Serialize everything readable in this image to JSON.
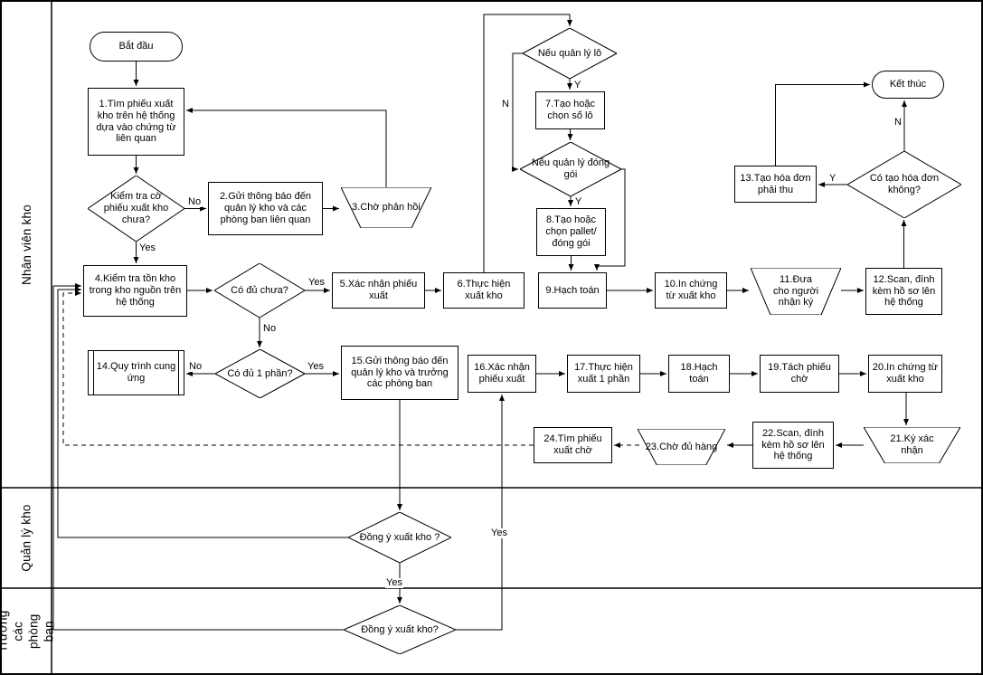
{
  "diagram": {
    "lanes": {
      "lane1": "Nhân viên kho",
      "lane2": "Quản lý kho",
      "lane3": "Trưởng các phòng ban"
    },
    "nodes": {
      "start": "Bắt đầu",
      "n1": "1.Tìm phiếu xuất kho trên hệ thống dựa vào chứng từ liên quan",
      "d_check_flag": "Kiểm tra cờ phiếu xuất kho chưa?",
      "n2": "2.Gửi thông báo đến quản lý kho và các phòng ban liên quan",
      "n3": "3.Chờ phản hồi",
      "n4": "4.Kiểm tra tồn kho trong kho nguồn trên hệ thống",
      "d_enough": "Có đủ chưa?",
      "n5": "5.Xác nhận phiếu xuất",
      "n6": "6.Thực hiện xuất kho",
      "d_lot": "Nếu quản lý lô",
      "n7": "7.Tạo hoặc chọn số lô",
      "d_pack": "Nếu quản lý đóng gói",
      "n8": "8.Tạo hoặc chọn pallet/ đóng gói",
      "n9": "9.Hạch toán",
      "n10": "10.In chứng từ xuất kho",
      "n11": "11.Đưa cho người nhận ký",
      "n12": "12.Scan, đính kèm hồ sơ lên hệ thống",
      "n13": "13.Tạo hóa đơn phải thu",
      "d_invoice": "Có tạo hóa đơn không?",
      "end": "Kết thúc",
      "n14": "14.Quy trình cung ứng",
      "d_partial": "Có đủ 1 phần?",
      "n15": "15.Gửi thông báo đến quản lý kho và trưởng các phòng ban",
      "n16": "16.Xác nhận phiếu xuất",
      "n17": "17.Thực hiện xuất 1 phần",
      "n18": "18.Hạch toán",
      "n19": "19.Tách phiếu chờ",
      "n20": "20.In chứng từ xuất kho",
      "n21": "21.Ký xác nhận",
      "n22": "22.Scan, đính kèm hồ sơ lên hệ thống",
      "n23": "23.Chờ đủ hàng",
      "n24": "24.Tìm phiếu xuất chờ",
      "d_approve_mgr": "Đồng ý xuất kho ?",
      "d_approve_dept": "Đồng ý xuất kho?"
    },
    "edge_labels": {
      "yes": "Yes",
      "no": "No",
      "y": "Y",
      "n": "N"
    }
  }
}
